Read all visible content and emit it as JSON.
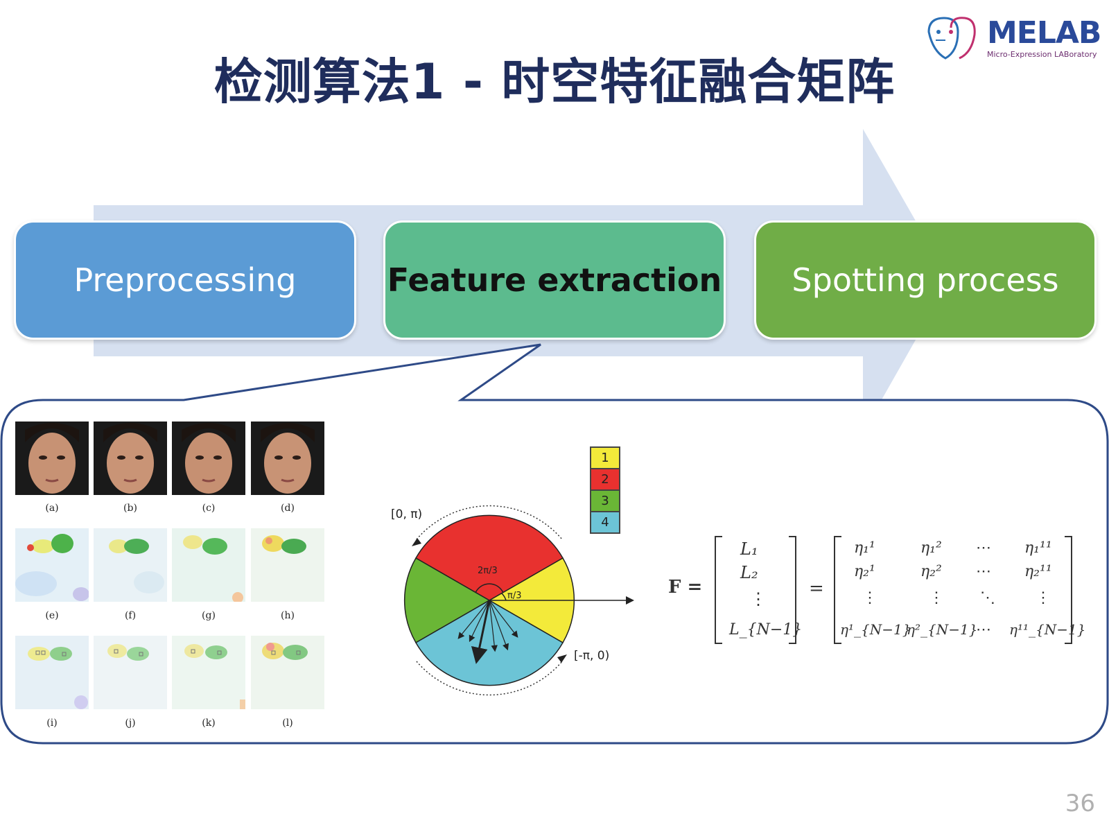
{
  "slide": {
    "title": "检测算法1 - 时空特征融合矩阵",
    "page_number": "36"
  },
  "logo": {
    "name": "MELAB",
    "subtitle": "Micro-Expression LABoratory"
  },
  "pipeline": {
    "stages": [
      {
        "label": "Preprocessing",
        "color": "#5b9bd5"
      },
      {
        "label": "Feature extraction",
        "color": "#5cbb8e"
      },
      {
        "label": "Spotting process",
        "color": "#70ad47"
      }
    ],
    "arrow_color": "#d6e0f0"
  },
  "figure": {
    "panel_labels": [
      "(a)",
      "(b)",
      "(c)",
      "(d)",
      "(e)",
      "(f)",
      "(g)",
      "(h)",
      "(i)",
      "(j)",
      "(k)",
      "(l)"
    ],
    "circle": {
      "upper_range": "[0, π)",
      "lower_range": "[-π, 0)",
      "angle_big": "2π/3",
      "angle_small": "π/3",
      "sector_colors": {
        "1": "#f3ea3a",
        "2": "#e8312f",
        "3": "#6ab636",
        "4": "#6cc4d6"
      }
    },
    "legend": [
      {
        "label": "1",
        "color": "#f3ea3a"
      },
      {
        "label": "2",
        "color": "#e8312f"
      },
      {
        "label": "3",
        "color": "#6ab636"
      },
      {
        "label": "4",
        "color": "#6cc4d6"
      }
    ],
    "equation": {
      "lhs": "F =",
      "vector": [
        "L₁",
        "L₂",
        "⋮",
        "L_{N−1}"
      ],
      "equals": "=",
      "matrix": [
        [
          "η₁¹",
          "η₁²",
          "⋯",
          "η₁¹¹"
        ],
        [
          "η₂¹",
          "η₂²",
          "⋯",
          "η₂¹¹"
        ],
        [
          "⋮",
          "⋮",
          "⋱",
          "⋮"
        ],
        [
          "η¹_{N−1}",
          "η²_{N−1}",
          "⋯",
          "η¹¹_{N−1}"
        ]
      ]
    }
  }
}
